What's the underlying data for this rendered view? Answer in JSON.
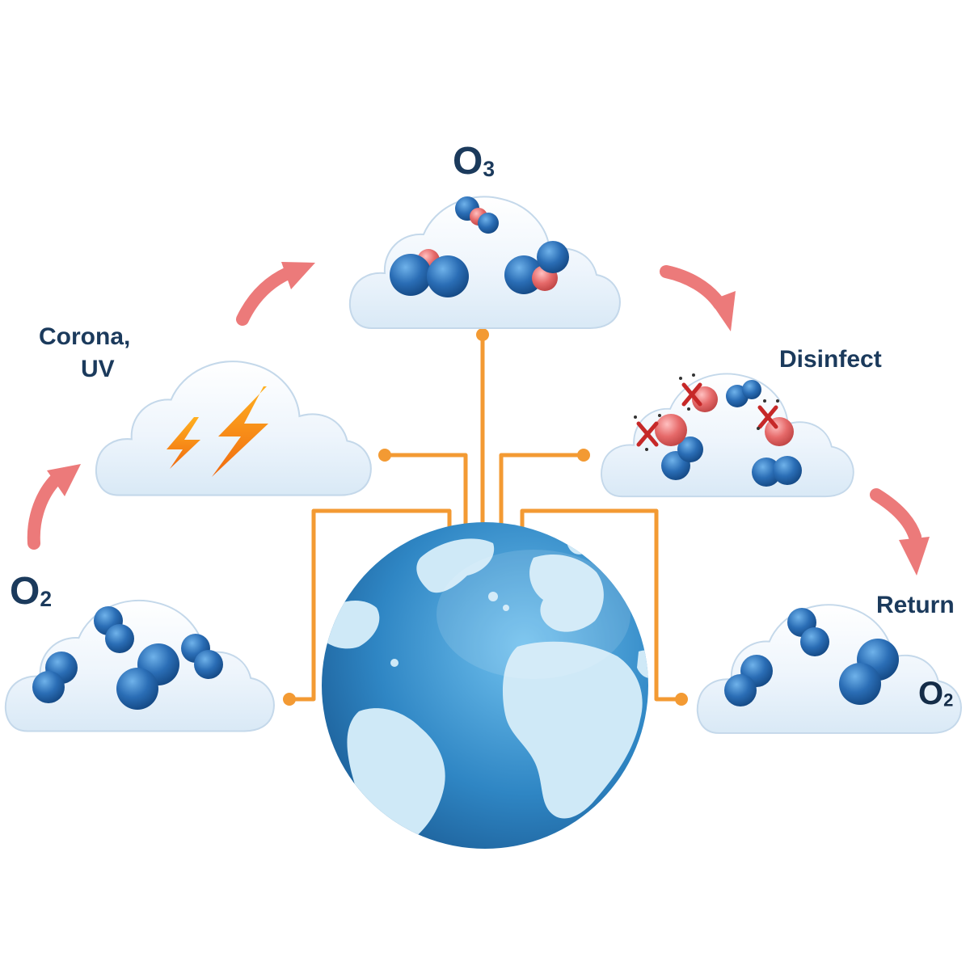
{
  "labels": {
    "o2_left": {
      "main": "O",
      "sub": "2"
    },
    "corona": {
      "line1": "Corona,",
      "line2": "UV"
    },
    "o3_top": {
      "main": "O",
      "sub": "3"
    },
    "disinfect": "Disinfect",
    "return": "Return",
    "o2_right": {
      "main": "O",
      "sub": "2"
    }
  },
  "colors": {
    "cloud_fill": "#eaf3fb",
    "cloud_edge": "#bcd3e8",
    "molecule_blue": "#2a6db5",
    "oxygen_red": "#e66a6a",
    "arrow_pink": "#ec7a7a",
    "connector_orange": "#f39a33",
    "lightning": "#f47b20",
    "globe_ocean": "#2f86c4",
    "globe_land": "#cfe9f7",
    "label_text": "#1b3a5c"
  },
  "icons": {
    "lightning": "lightning-bolt-icon",
    "globe": "earth-globe-icon",
    "pathogen": "bacteria-icon"
  }
}
